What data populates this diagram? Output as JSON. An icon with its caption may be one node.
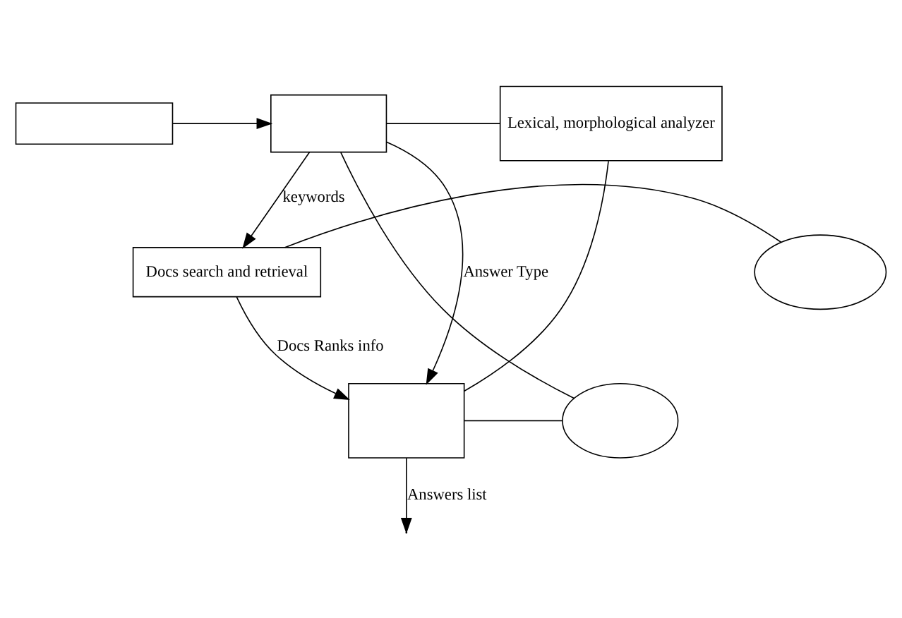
{
  "diagram": {
    "nodes": [
      {
        "text": [],
        "shape": "box"
      },
      {
        "text": [],
        "shape": "box"
      },
      {
        "text": [
          "Lexical, morphological analyzer"
        ]
      },
      {
        "text": [],
        "shape": "ellipse"
      },
      {
        "text": [
          "Docs search and retrieval"
        ]
      },
      {
        "text": [],
        "shape": "ellipse"
      },
      {
        "text": [],
        "shape": "box"
      }
    ],
    "edges": [
      {
        "from": 0,
        "to": 1,
        "arrow": "to"
      },
      {
        "from": 1,
        "to": 2,
        "arrow": "none"
      },
      {
        "from": 1,
        "to": 4,
        "arrow": "to",
        "label": "keywords"
      },
      {
        "from": 1,
        "to": 6,
        "arrow": "to",
        "label": "Answer Type"
      },
      {
        "from": 4,
        "to": 6,
        "arrow": "to",
        "label": "Docs Ranks info"
      },
      {
        "from": 6,
        "to": null,
        "arrow": "to",
        "label": "Answers list"
      },
      {
        "from": 1,
        "to": 5,
        "arrow": "none"
      },
      {
        "from": 2,
        "to": 6,
        "arrow": "none"
      },
      {
        "from": 4,
        "to": 3,
        "arrow": "none"
      },
      {
        "from": 6,
        "to": 5,
        "arrow": "none"
      }
    ]
  }
}
